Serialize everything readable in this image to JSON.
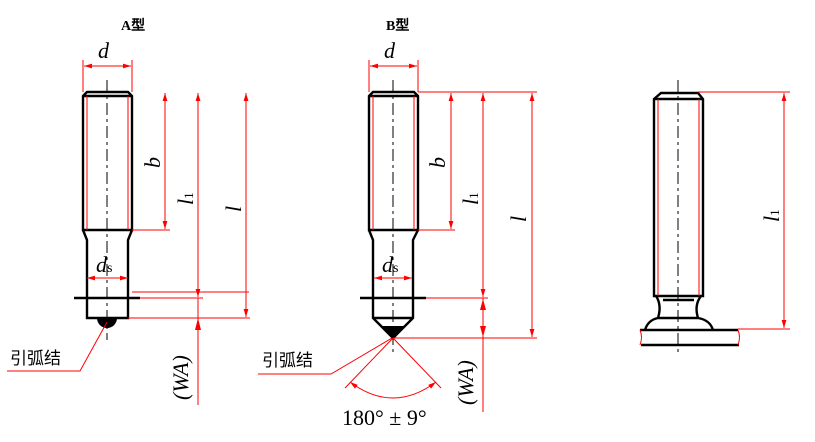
{
  "figure_a": {
    "title": "A型",
    "d": "d",
    "ds_main": "d",
    "ds_sub": "s",
    "b": "b",
    "l1_main": "l",
    "l1_sub": "1",
    "l": "l",
    "wa": "(WA)",
    "callout": "引弧结"
  },
  "figure_b": {
    "title": "B型",
    "d": "d",
    "ds_main": "d",
    "ds_sub": "s",
    "b": "b",
    "l1_main": "l",
    "l1_sub": "1",
    "l": "l",
    "wa": "(WA)",
    "callout": "引弧结",
    "angle": "180° ± 9°"
  },
  "figure_c": {
    "l1_main": "l",
    "l1_sub": "1"
  },
  "colors": {
    "outline": "#000000",
    "dimension": "#ff0000"
  }
}
